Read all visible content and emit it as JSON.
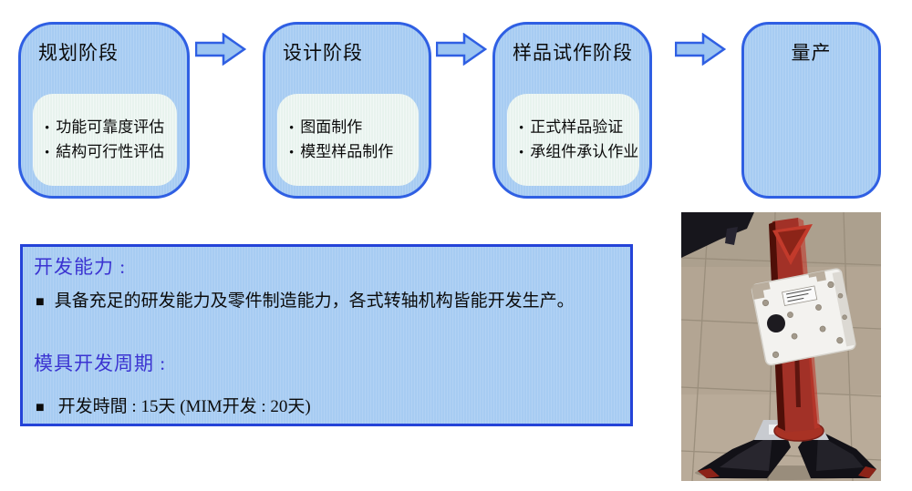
{
  "flow": {
    "bullet_char": "•",
    "stages": [
      {
        "title": "规划阶段",
        "items": [
          "功能可靠度评估",
          "結构可行性评估"
        ]
      },
      {
        "title": "设计阶段",
        "items": [
          "图面制作",
          "模型样品制作"
        ]
      },
      {
        "title": "样品试作阶段",
        "items": [
          "正式样品验证",
          "承组件承认作业"
        ]
      },
      {
        "title": "量产",
        "items": []
      }
    ]
  },
  "info_panel": {
    "bullet_char": "■",
    "sections": [
      {
        "title": "开发能力 :",
        "bullet": "具备充足的研发能力及零件制造能力，各式转轴机构皆能开发生产。"
      },
      {
        "title": "模具开发周期 :",
        "bullet": "开发時間 : 15天 (MIM开发 : 20天)"
      }
    ]
  },
  "photo": {
    "alt": "红色显示器支架样品照片"
  },
  "colors": {
    "stage_fill": "#a7ccf2",
    "stage_border": "#2f5fe3",
    "inner_fill": "#e8f3ee",
    "panel_border": "#2443d8",
    "heading_text": "#3b33d1",
    "body_text": "#0b0b0b"
  }
}
